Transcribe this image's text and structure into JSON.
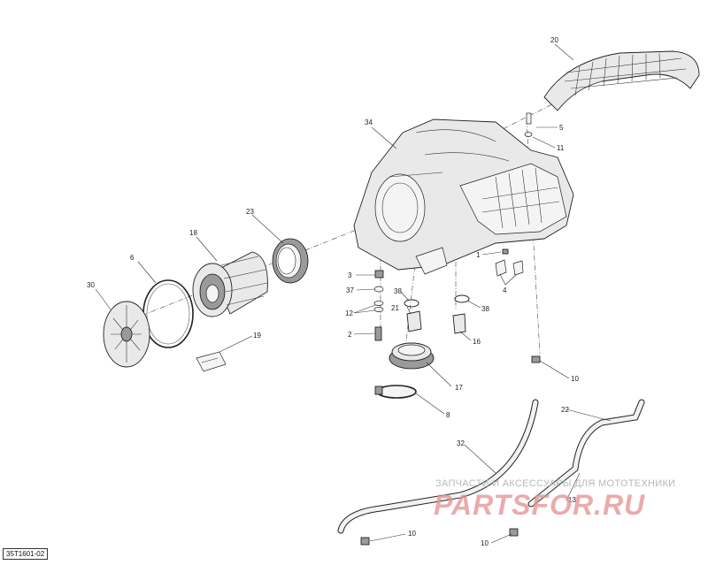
{
  "diagram": {
    "reference": "35T1601-02",
    "watermark_top": "ЗАПЧАСТИ И АКСЕССУАРЫ ДЛЯ МОТОТЕХНИКИ",
    "watermark_brand": "PARTSFOR.RU",
    "callouts": {
      "c1": "1",
      "c2": "2",
      "c3": "3",
      "c4": "4",
      "c5": "5",
      "c6": "6",
      "c8": "8",
      "c10a": "10",
      "c10b": "10",
      "c10c": "10",
      "c11": "11",
      "c12": "12",
      "c13": "13",
      "c16": "16",
      "c17": "17",
      "c18": "18",
      "c19": "19",
      "c20": "20",
      "c21": "21",
      "c22": "22",
      "c23": "23",
      "c30": "30",
      "c32": "32",
      "c34": "34",
      "c37": "37",
      "c38a": "38",
      "c38b": "38"
    }
  }
}
